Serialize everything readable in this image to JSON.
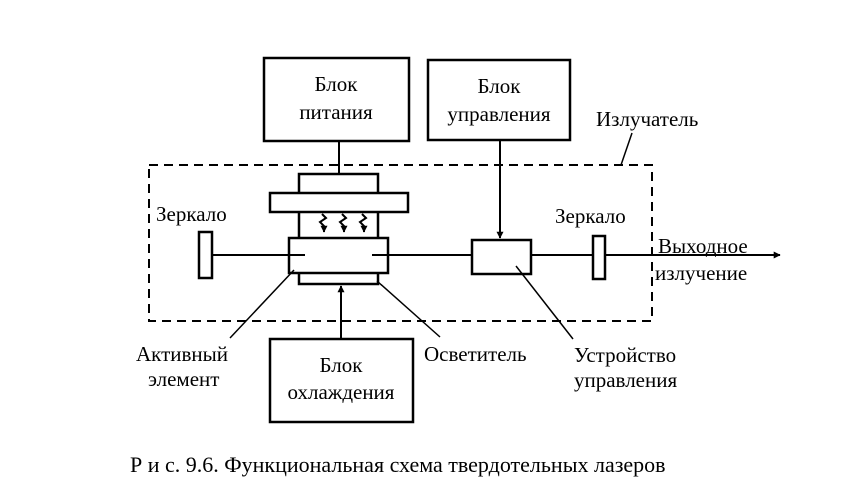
{
  "diagram": {
    "blocks": {
      "power_supply": [
        "Блок",
        "питания"
      ],
      "control_unit": [
        "Блок",
        "управления"
      ],
      "cooling_unit": [
        "Блок",
        "охлаждения"
      ]
    },
    "labels": {
      "emitter": "Излучатель",
      "mirror_left": "Зеркало",
      "mirror_right": "Зеркало",
      "output": [
        "Выходное",
        "излучение"
      ],
      "active_element": [
        "Активный",
        "элемент"
      ],
      "illuminator": "Осветитель",
      "control_device": [
        "Устройство",
        "управления"
      ]
    },
    "caption": "Р и с. 9.6. Функциональная схема твердотельных лазеров"
  }
}
